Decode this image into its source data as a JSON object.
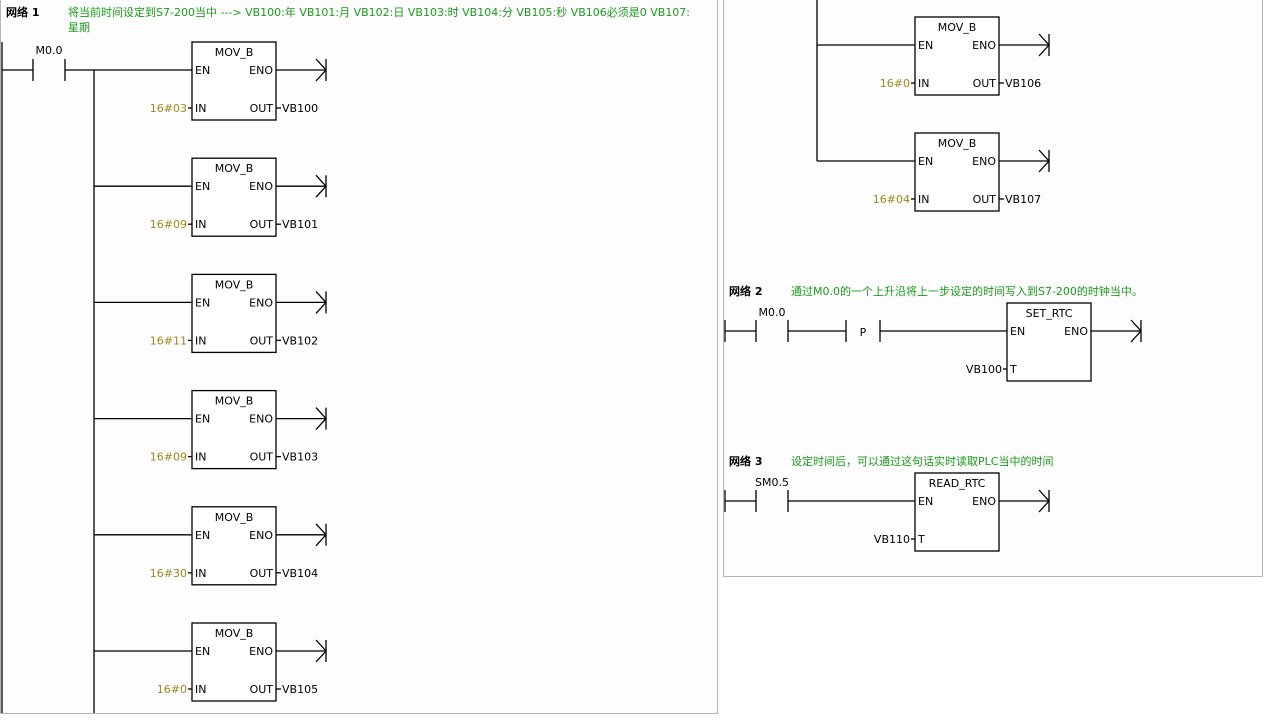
{
  "networks": [
    {
      "label": "网络 1",
      "comment": [
        "将当前时间设定到S7-200当中 ---> VB100:年  VB101:月  VB102:日  VB103:时  VB104:分  VB105:秒  VB106必须是0  VB107:",
        "星期"
      ],
      "contact": "M0.0",
      "blocks": [
        {
          "name": "MOV_B",
          "in_value": "16#03",
          "out_value": "VB100"
        },
        {
          "name": "MOV_B",
          "in_value": "16#09",
          "out_value": "VB101"
        },
        {
          "name": "MOV_B",
          "in_value": "16#11",
          "out_value": "VB102"
        },
        {
          "name": "MOV_B",
          "in_value": "16#09",
          "out_value": "VB103"
        },
        {
          "name": "MOV_B",
          "in_value": "16#30",
          "out_value": "VB104"
        },
        {
          "name": "MOV_B",
          "in_value": "16#0",
          "out_value": "VB105"
        },
        {
          "name": "MOV_B",
          "in_value": "16#0",
          "out_value": "VB106"
        },
        {
          "name": "MOV_B",
          "in_value": "16#04",
          "out_value": "VB107"
        }
      ]
    },
    {
      "label": "网络 2",
      "comment": "通过M0.0的一个上升沿将上一步设定的时间写入到S7-200的时钟当中。",
      "contact": "M0.0",
      "edge": "P",
      "block": {
        "name": "SET_RTC",
        "t_value": "VB100"
      }
    },
    {
      "label": "网络 3",
      "comment": "设定时间后，可以通过这句话实时读取PLC当中的时间",
      "contact": "SM0.5",
      "block": {
        "name": "READ_RTC",
        "t_value": "VB110"
      }
    }
  ],
  "pins": {
    "en": "EN",
    "eno": "ENO",
    "in": "IN",
    "out": "OUT",
    "t": "T"
  },
  "colors": {
    "comment": "#1a9a1a",
    "constant": "#9a8a18",
    "wire": "#000000"
  }
}
